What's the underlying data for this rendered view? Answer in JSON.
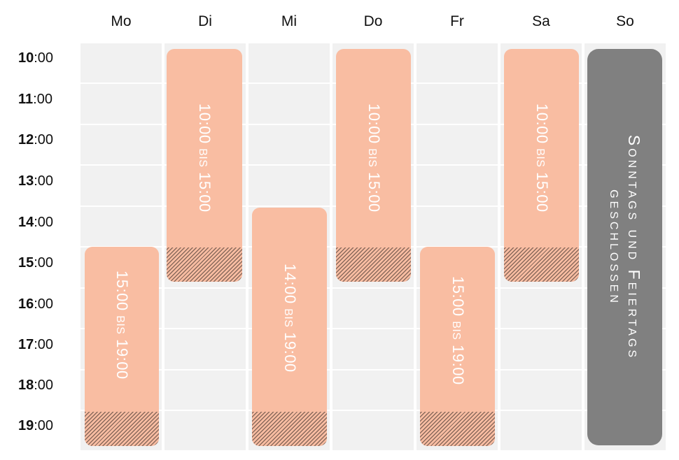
{
  "days": [
    "Mo",
    "Di",
    "Mi",
    "Do",
    "Fr",
    "Sa",
    "So"
  ],
  "times": [
    {
      "hour": "10",
      "min": ":00"
    },
    {
      "hour": "11",
      "min": ":00"
    },
    {
      "hour": "12",
      "min": ":00"
    },
    {
      "hour": "13",
      "min": ":00"
    },
    {
      "hour": "14",
      "min": ":00"
    },
    {
      "hour": "15",
      "min": ":00"
    },
    {
      "hour": "16",
      "min": ":00"
    },
    {
      "hour": "17",
      "min": ":00"
    },
    {
      "hour": "18",
      "min": ":00"
    },
    {
      "hour": "19",
      "min": ":00"
    }
  ],
  "blocks": [
    {
      "day": "Mo",
      "from": "15:00",
      "sep": "bis",
      "to": "19:00"
    },
    {
      "day": "Di",
      "from": "10:00",
      "sep": "bis",
      "to": "15:00"
    },
    {
      "day": "Mi",
      "from": "14:00",
      "sep": "bis",
      "to": "19:00"
    },
    {
      "day": "Do",
      "from": "10:00",
      "sep": "bis",
      "to": "15:00"
    },
    {
      "day": "Fr",
      "from": "15:00",
      "sep": "bis",
      "to": "19:00"
    },
    {
      "day": "Sa",
      "from": "10:00",
      "sep": "bis",
      "to": "15:00"
    }
  ],
  "closed": {
    "day": "So",
    "text": "Sonntags und Feiertags geschlossen"
  },
  "colors": {
    "open_block": "#f9bda2",
    "closed_block": "#808080",
    "grid_cell": "#f1f1f1",
    "hatch": "#8a6a5c"
  }
}
